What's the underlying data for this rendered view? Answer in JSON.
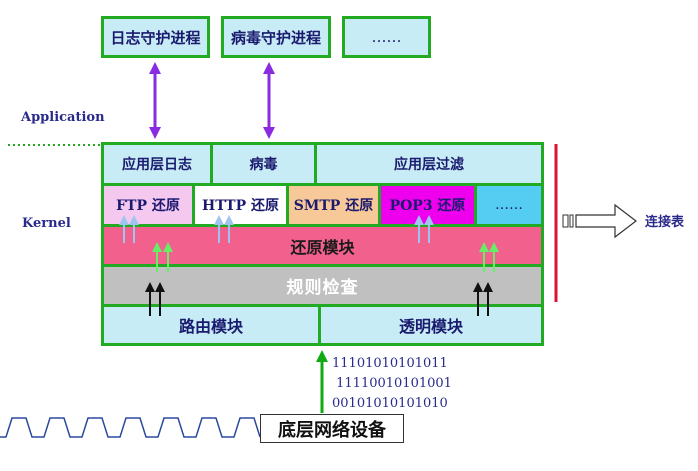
{
  "processes": [
    "日志守护进程",
    "病毒守护进程",
    "……"
  ],
  "labels": {
    "application": "Application",
    "kernel": "Kernel",
    "connection_table": "连接表"
  },
  "kernel": {
    "row1": [
      "应用层日志",
      "病毒",
      "应用层过滤"
    ],
    "row2": [
      "FTP 还原",
      "HTTP 还原",
      "SMTP 还原",
      "POP3 还原",
      "……"
    ],
    "restore_module": "还原模块",
    "rule_check": "规则检查",
    "row5": [
      "路由模块",
      "透明模块"
    ]
  },
  "bits": [
    "11101010101011",
    " 11110010101001",
    "00101010101010"
  ],
  "device": "底层网络设备",
  "colors": {
    "border": "#22aa22",
    "cell": "#c8ecf6",
    "ftp": "#f5c8f0",
    "http": "#ffffff",
    "smtp": "#f7c999",
    "pop3": "#ee00ee",
    "more": "#55ccf2",
    "restore": "#f2608e",
    "rule": "#c0c0c0",
    "arrow": "#8a2be2",
    "redline": "#dd1133"
  }
}
